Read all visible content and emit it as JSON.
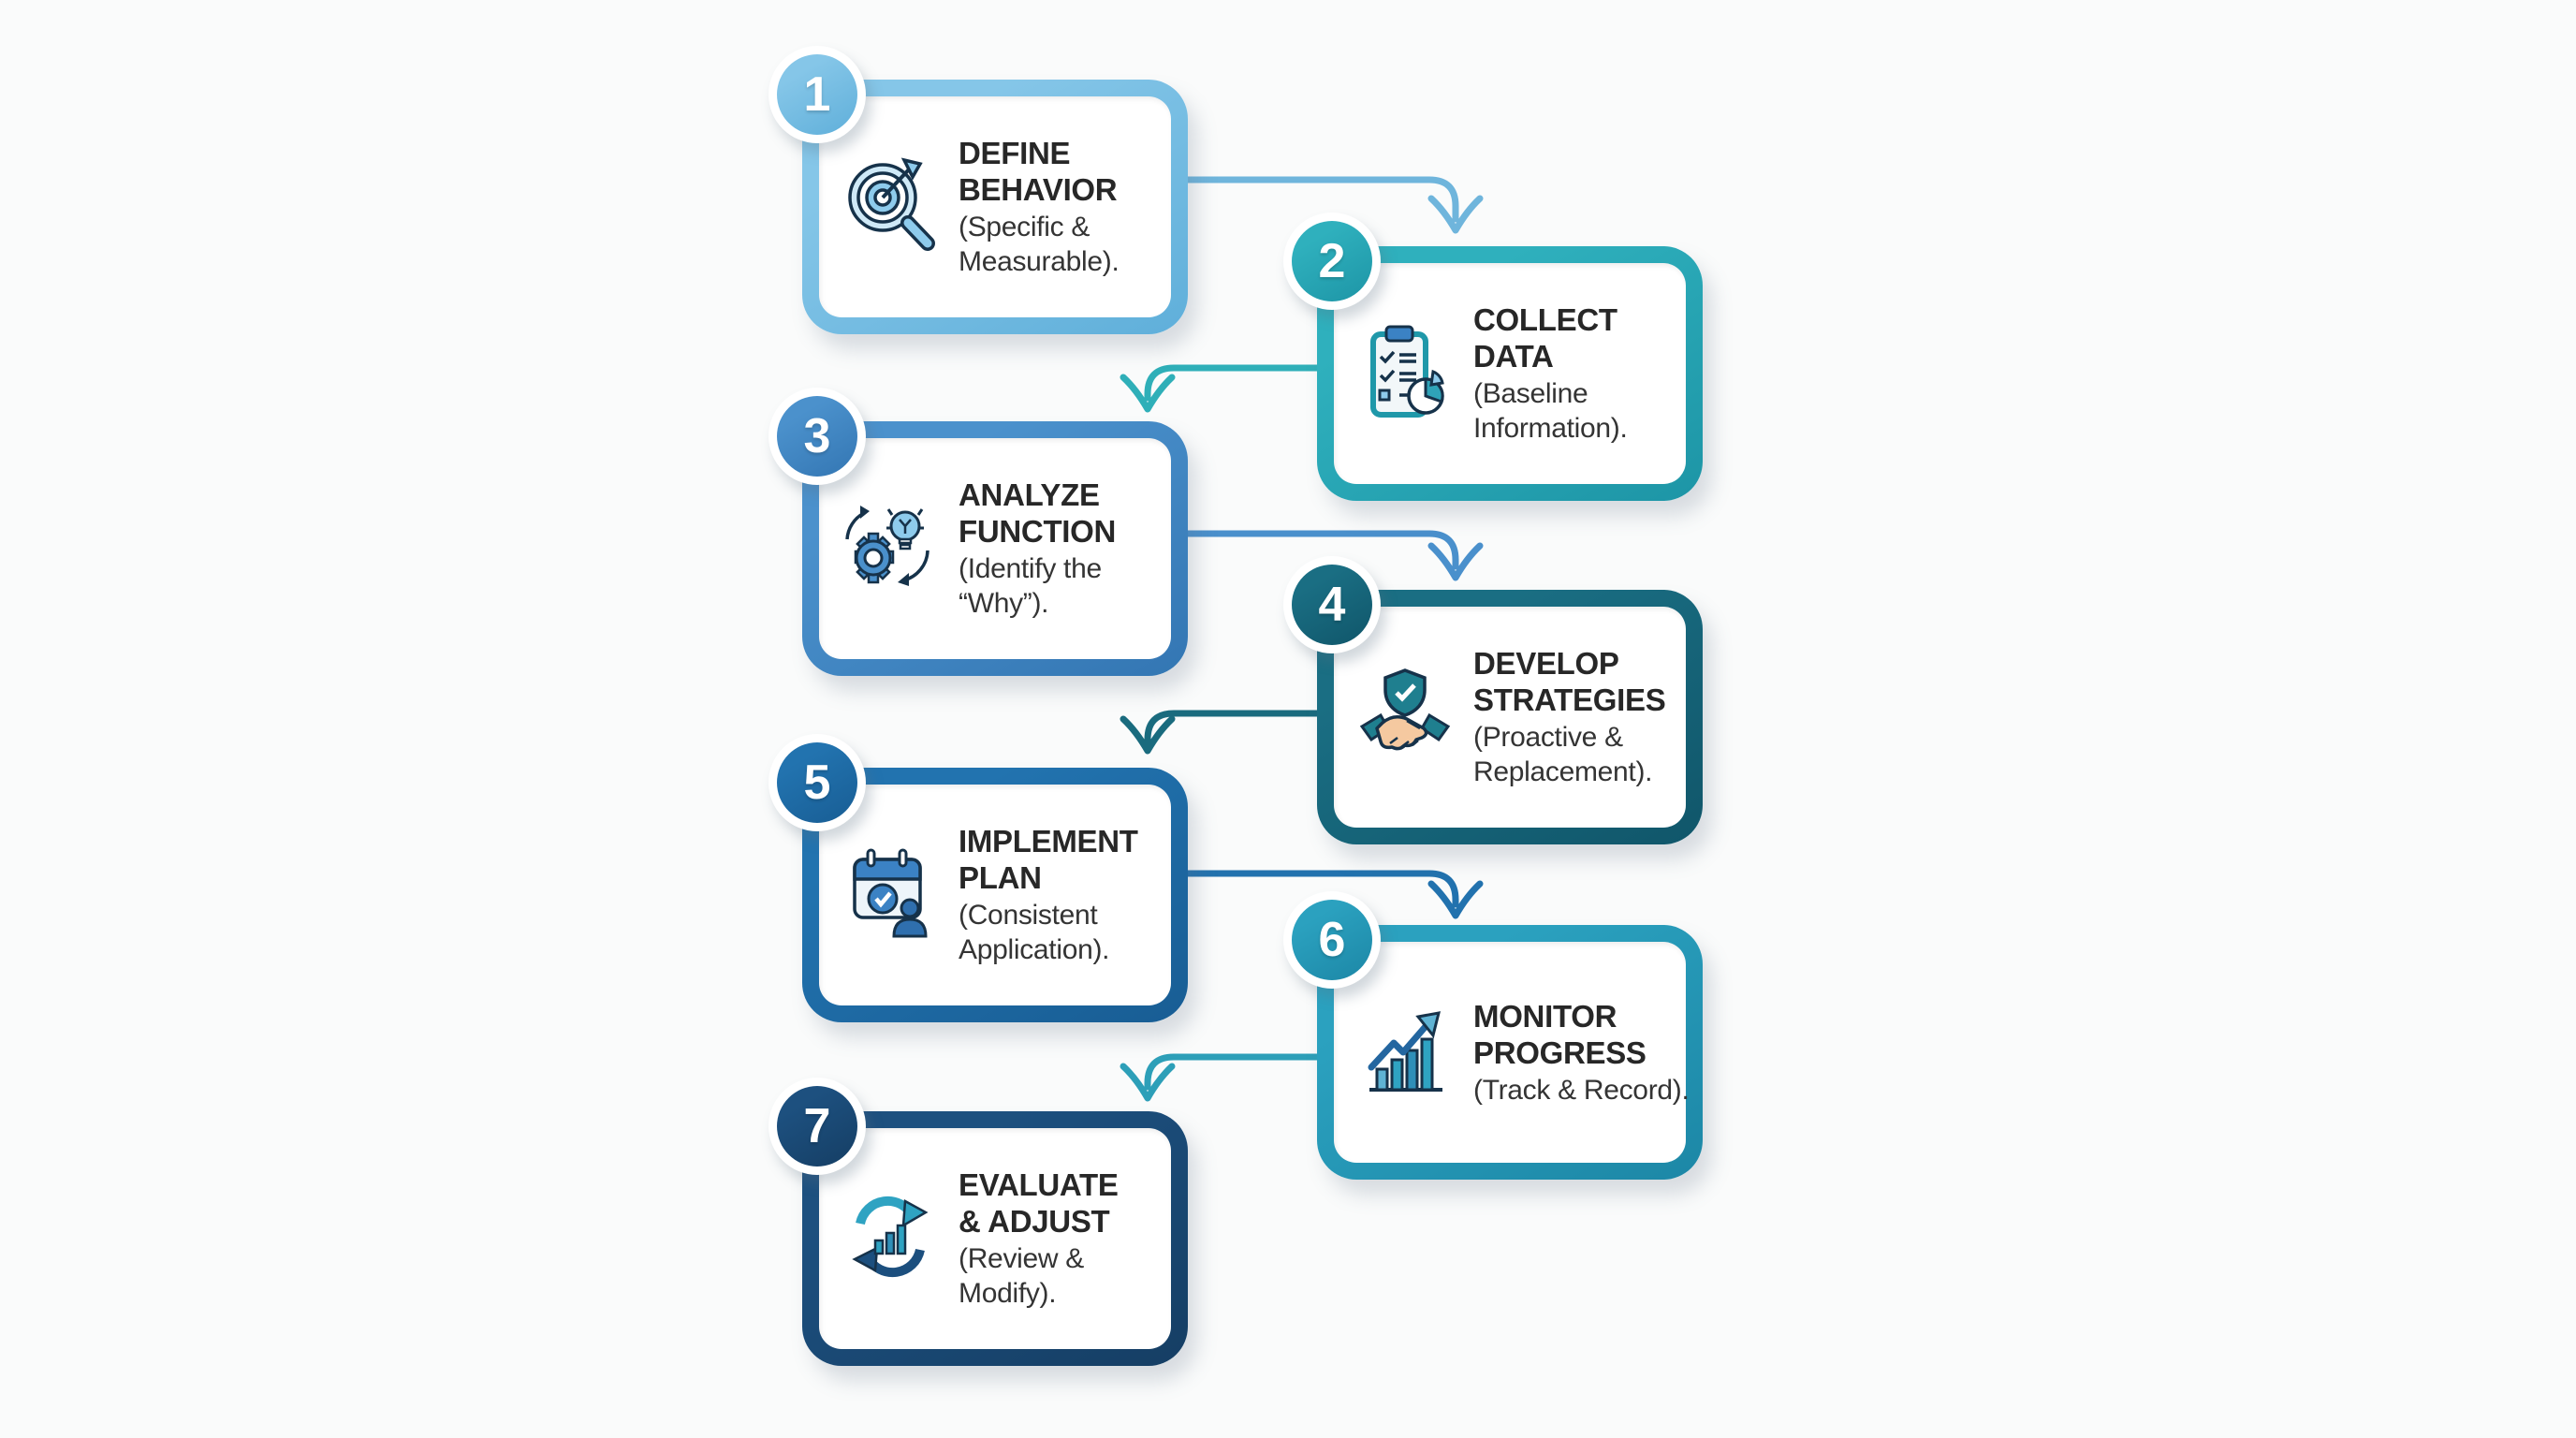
{
  "background_color": "#fafbfb",
  "text_color": "#2b2b2b",
  "steps": [
    {
      "number": "1",
      "title_line1": "DEFINE",
      "title_line2": "BEHAVIOR",
      "sub_line1": "(Specific &",
      "sub_line2": "Measurable).",
      "icon": "target-magnifier-icon",
      "color": "#85c6e8",
      "color_dark": "#5fafda"
    },
    {
      "number": "2",
      "title_line1": "COLLECT",
      "title_line2": "DATA",
      "sub_line1": "(Baseline",
      "sub_line2": "Information).",
      "icon": "clipboard-checklist-pie-icon",
      "color": "#2fb0bd",
      "color_dark": "#1d95a6"
    },
    {
      "number": "3",
      "title_line1": "ANALYZE",
      "title_line2": "FUNCTION",
      "sub_line1": "(Identify the",
      "sub_line2": "“Why”).",
      "icon": "gear-lightbulb-icon",
      "color": "#4b91cc",
      "color_dark": "#3376b3"
    },
    {
      "number": "4",
      "title_line1": "DEVELOP",
      "title_line2": "STRATEGIES",
      "sub_line1": "(Proactive &",
      "sub_line2": "Replacement).",
      "icon": "shield-handshake-icon",
      "color": "#1a6e83",
      "color_dark": "#10566a"
    },
    {
      "number": "5",
      "title_line1": "IMPLEMENT",
      "title_line2": "PLAN",
      "sub_line1": "(Consistent",
      "sub_line2": "Application).",
      "icon": "calendar-person-icon",
      "color": "#2273af",
      "color_dark": "#185d94"
    },
    {
      "number": "6",
      "title_line1": "MONITOR",
      "title_line2": "PROGRESS",
      "sub_line1": "(Track & Record).",
      "sub_line2": "",
      "icon": "growth-chart-arrow-icon",
      "color": "#2ba1bf",
      "color_dark": "#1c87a6"
    },
    {
      "number": "7",
      "title_line1": "EVALUATE",
      "title_line2": "& ADJUST",
      "sub_line1": "(Review &",
      "sub_line2": "Modify).",
      "icon": "cycle-arrows-bars-icon",
      "color": "#1d507f",
      "color_dark": "#153e64"
    }
  ],
  "arrows": [
    {
      "from": "1",
      "to": "2",
      "color": "#6fb5dc"
    },
    {
      "from": "2",
      "to": "3",
      "color": "#2fafb8"
    },
    {
      "from": "3",
      "to": "4",
      "color": "#4a90cc"
    },
    {
      "from": "4",
      "to": "5",
      "color": "#1a6b7e"
    },
    {
      "from": "5",
      "to": "6",
      "color": "#2272ae"
    },
    {
      "from": "6",
      "to": "7",
      "color": "#2d9fb8"
    }
  ],
  "icon_palette": {
    "outline_navy": "#16324a",
    "light_blue": "#8ecbec",
    "mid_blue": "#3b82c4",
    "teal": "#2fa3b8",
    "dark_teal": "#1f7f8f",
    "skin": "#f5c9a0",
    "white": "#ffffff"
  }
}
